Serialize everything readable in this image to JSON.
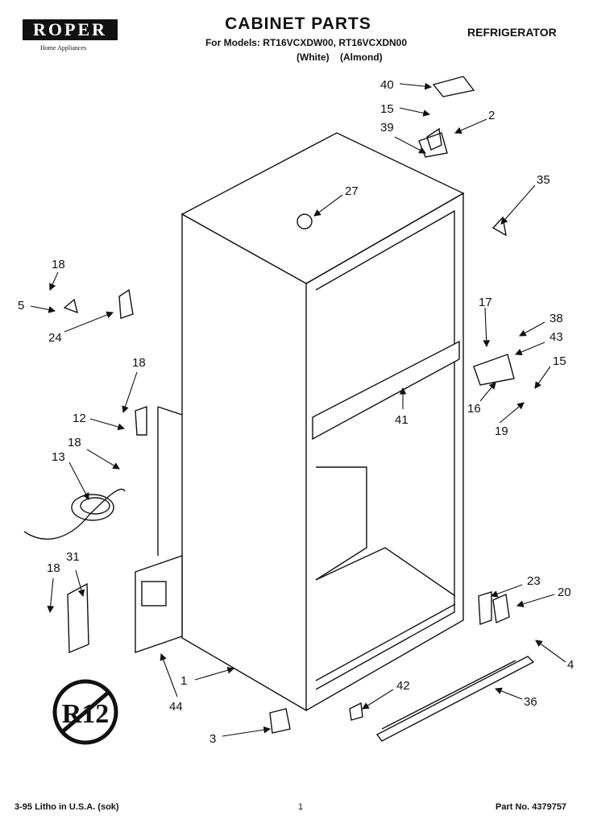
{
  "header": {
    "brand": "ROPER",
    "brand_sub": "Home Appliances",
    "title": "CABINET PARTS",
    "models_line": "For Models: RT16VCXDW00, RT16VCXDN00",
    "variants": "(White) (Almond)",
    "category": "REFRIGERATOR"
  },
  "footer": {
    "litho": "3-95 Litho in U.S.A. (sok)",
    "page": "1",
    "part_no": "Part No. 4379757"
  },
  "badge": "R12",
  "callouts": [
    "40",
    "15",
    "2",
    "39",
    "27",
    "35",
    "18",
    "5",
    "24",
    "17",
    "38",
    "43",
    "15",
    "18",
    "12",
    "41",
    "16",
    "19",
    "18",
    "13",
    "23",
    "20",
    "18",
    "31",
    "4",
    "1",
    "44",
    "42",
    "36",
    "3"
  ]
}
